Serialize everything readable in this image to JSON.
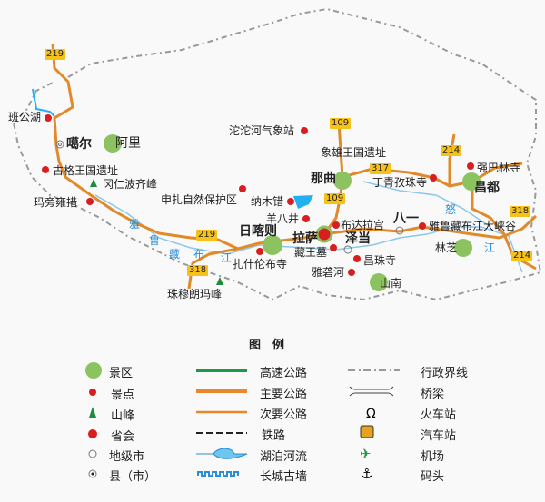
{
  "colors": {
    "scenic": "#8cc360",
    "spot": "#d81e1e",
    "peak": "#1e8c3a",
    "major_road": "#e8882a",
    "expressway": "#1a9a42",
    "river": "#7fc4e8",
    "boundary": "#999999"
  },
  "shields": {
    "r219a": "219",
    "r219b": "219",
    "r318a": "318",
    "r318b": "318",
    "r109a": "109",
    "r109b": "109",
    "r317": "317",
    "r214a": "214",
    "r214b": "214"
  },
  "places": {
    "bangong": "班公湖",
    "gar": "噶尔",
    "ngari": "阿里",
    "guge": "古格王国遗址",
    "kailash": "冈仁波齐峰",
    "manasarovar": "玛旁雍措",
    "shenzha": "申扎自然保护区",
    "namtso": "纳木错",
    "yangbajing": "羊八井",
    "shigatse": "日喀则",
    "tashilhunpo": "扎什伦布寺",
    "everest": "珠穆朗玛峰",
    "tuotuohe": "沱沱河气象站",
    "xiangxiong": "象雄王国遗址",
    "nagqu": "那曲",
    "dingqing": "丁青孜珠寺",
    "qiangbalin": "强巴林寺",
    "qamdo": "昌都",
    "potala": "布达拉宫",
    "bayi": "八一",
    "grandcanyon": "雅鲁藏布江大峡谷",
    "lhasa": "拉萨",
    "tsetang": "泽当",
    "tombs": "藏王墓",
    "changzhu": "昌珠寺",
    "yarlung_river": "雅砻河",
    "shannan": "山南",
    "nyingchi": "林芝"
  },
  "rivers": {
    "y1": "雅",
    "y2": "鲁",
    "y3": "藏",
    "y4": "布",
    "y5": "江",
    "n1": "怒",
    "n2": "江"
  },
  "legend": {
    "title": "图　例",
    "items": [
      "景区",
      "景点",
      "山峰",
      "省会",
      "地级市",
      "县（市）",
      "高速公路",
      "主要公路",
      "次要公路",
      "铁路",
      "湖泊河流",
      "长城古墙",
      "行政界线",
      "桥梁",
      "火车站",
      "汽车站",
      "机场",
      "码头"
    ]
  }
}
